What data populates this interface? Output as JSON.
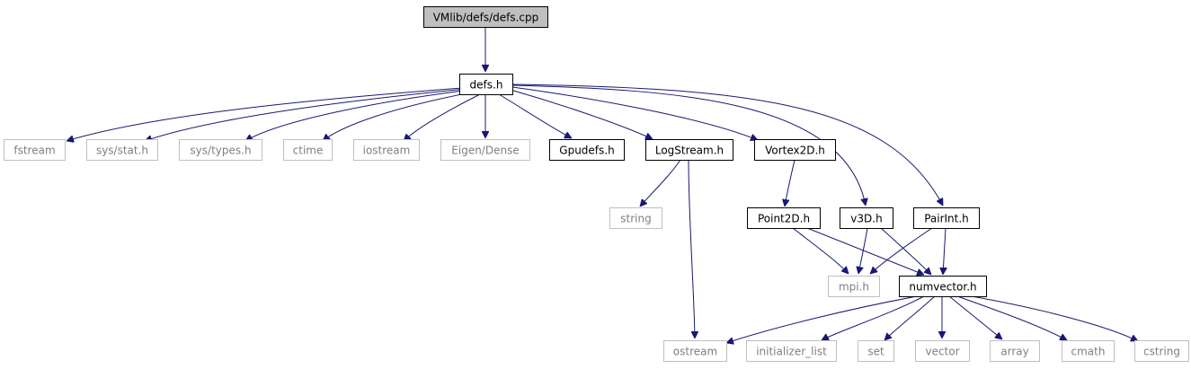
{
  "diagram": {
    "type": "include-dependency-graph",
    "colors": {
      "edge": "#191970",
      "root_fill": "#bfbfbf",
      "local_border": "#000000",
      "external_border": "#bfbfbf",
      "external_text": "#7f7f7f"
    },
    "nodes": [
      {
        "id": "root",
        "label": "VMlib/defs/defs.cpp",
        "kind": "root"
      },
      {
        "id": "defs",
        "label": "defs.h",
        "kind": "local"
      },
      {
        "id": "fstream",
        "label": "fstream",
        "kind": "external"
      },
      {
        "id": "stat",
        "label": "sys/stat.h",
        "kind": "external"
      },
      {
        "id": "types",
        "label": "sys/types.h",
        "kind": "external"
      },
      {
        "id": "ctime",
        "label": "ctime",
        "kind": "external"
      },
      {
        "id": "iostream",
        "label": "iostream",
        "kind": "external"
      },
      {
        "id": "eigen",
        "label": "Eigen/Dense",
        "kind": "external"
      },
      {
        "id": "gpudefs",
        "label": "Gpudefs.h",
        "kind": "local"
      },
      {
        "id": "logstream",
        "label": "LogStream.h",
        "kind": "local"
      },
      {
        "id": "vortex2d",
        "label": "Vortex2D.h",
        "kind": "local"
      },
      {
        "id": "string",
        "label": "string",
        "kind": "external"
      },
      {
        "id": "point2d",
        "label": "Point2D.h",
        "kind": "local"
      },
      {
        "id": "v3d",
        "label": "v3D.h",
        "kind": "local"
      },
      {
        "id": "pairint",
        "label": "PairInt.h",
        "kind": "local"
      },
      {
        "id": "mpi",
        "label": "mpi.h",
        "kind": "external"
      },
      {
        "id": "numvector",
        "label": "numvector.h",
        "kind": "local"
      },
      {
        "id": "ostream",
        "label": "ostream",
        "kind": "external"
      },
      {
        "id": "initlist",
        "label": "initializer_list",
        "kind": "external"
      },
      {
        "id": "set",
        "label": "set",
        "kind": "external"
      },
      {
        "id": "vector",
        "label": "vector",
        "kind": "external"
      },
      {
        "id": "array",
        "label": "array",
        "kind": "external"
      },
      {
        "id": "cmath",
        "label": "cmath",
        "kind": "external"
      },
      {
        "id": "cstring",
        "label": "cstring",
        "kind": "external"
      }
    ],
    "edges": [
      {
        "from": "root",
        "to": "defs"
      },
      {
        "from": "defs",
        "to": "fstream"
      },
      {
        "from": "defs",
        "to": "stat"
      },
      {
        "from": "defs",
        "to": "types"
      },
      {
        "from": "defs",
        "to": "ctime"
      },
      {
        "from": "defs",
        "to": "iostream"
      },
      {
        "from": "defs",
        "to": "eigen"
      },
      {
        "from": "defs",
        "to": "gpudefs"
      },
      {
        "from": "defs",
        "to": "logstream"
      },
      {
        "from": "defs",
        "to": "vortex2d"
      },
      {
        "from": "defs",
        "to": "v3d"
      },
      {
        "from": "defs",
        "to": "pairint"
      },
      {
        "from": "logstream",
        "to": "string"
      },
      {
        "from": "logstream",
        "to": "ostream"
      },
      {
        "from": "vortex2d",
        "to": "point2d"
      },
      {
        "from": "point2d",
        "to": "mpi"
      },
      {
        "from": "point2d",
        "to": "numvector"
      },
      {
        "from": "v3d",
        "to": "mpi"
      },
      {
        "from": "v3d",
        "to": "numvector"
      },
      {
        "from": "pairint",
        "to": "mpi"
      },
      {
        "from": "pairint",
        "to": "numvector"
      },
      {
        "from": "numvector",
        "to": "ostream"
      },
      {
        "from": "numvector",
        "to": "initlist"
      },
      {
        "from": "numvector",
        "to": "set"
      },
      {
        "from": "numvector",
        "to": "vector"
      },
      {
        "from": "numvector",
        "to": "array"
      },
      {
        "from": "numvector",
        "to": "cmath"
      },
      {
        "from": "numvector",
        "to": "cstring"
      }
    ]
  }
}
